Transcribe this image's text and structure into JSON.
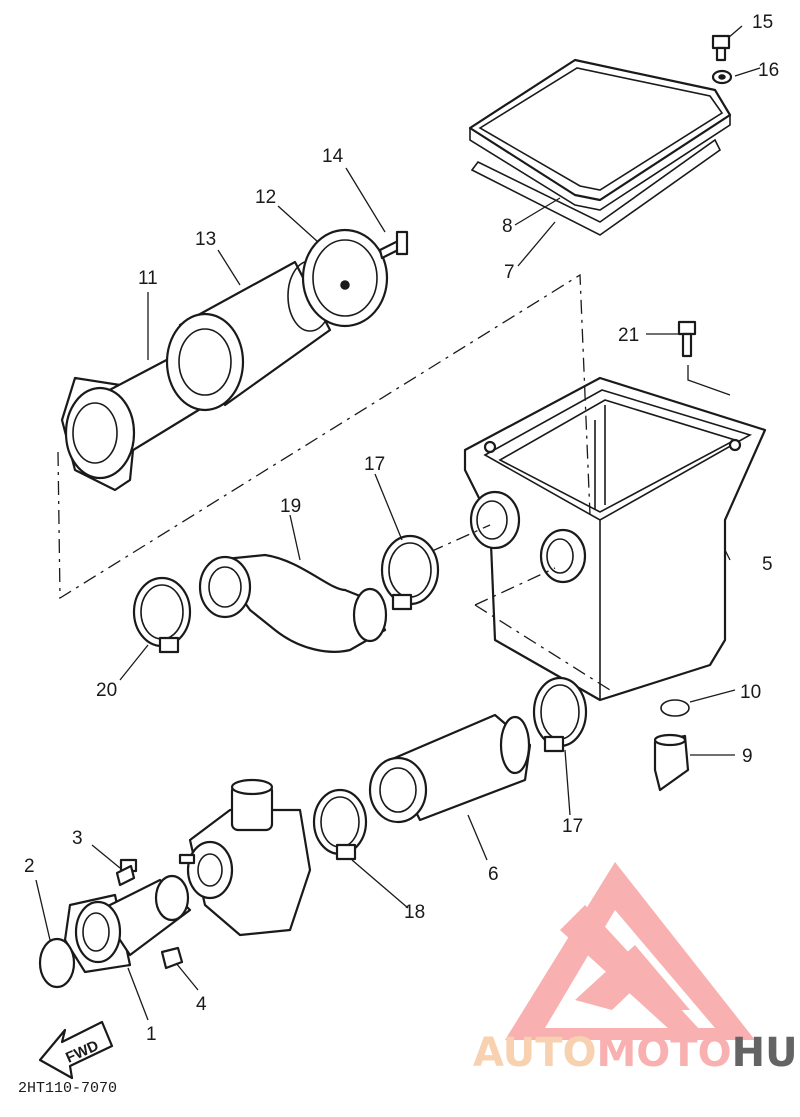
{
  "callouts": [
    "1",
    "2",
    "3",
    "4",
    "5",
    "6",
    "7",
    "8",
    "9",
    "10",
    "11",
    "12",
    "13",
    "14",
    "15",
    "16",
    "17",
    "17",
    "18",
    "19",
    "20",
    "21"
  ],
  "diagram_code": "2HT110-7070",
  "fwd_label": "FWD",
  "watermark": {
    "part1": "AUTO",
    "part2": "MOTO",
    "part3": "HUB",
    "color_primary": "#f7a3a3",
    "color_secondary": "#f6c9a3",
    "color_dark": "#4a4a4a"
  }
}
